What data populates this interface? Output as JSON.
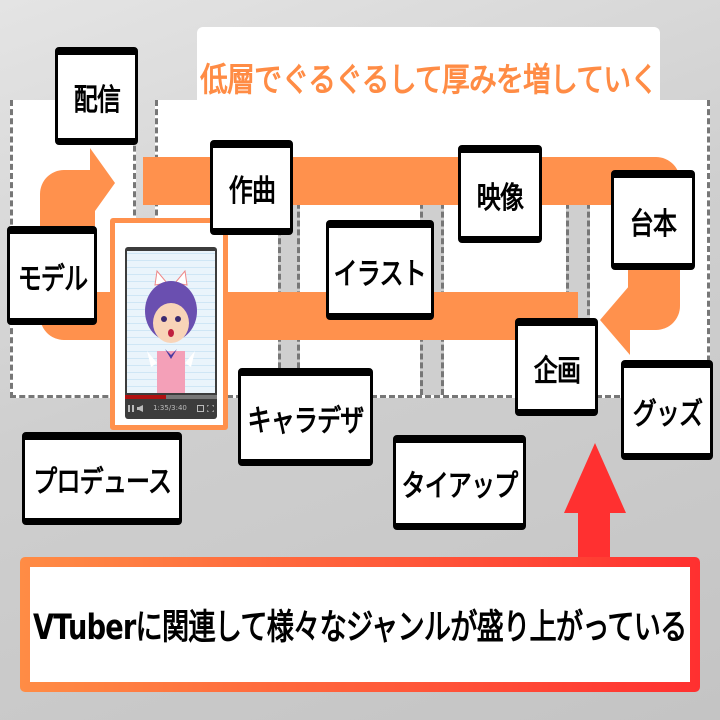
{
  "banner": {
    "title": "低層でぐるぐるして厚みを増していく"
  },
  "labels": {
    "haishin": "配信",
    "sakkyoku": "作曲",
    "eizou": "映像",
    "daihon": "台本",
    "model": "モデル",
    "illust": "イラスト",
    "kikaku": "企画",
    "goods": "グッズ",
    "charadesign": "キャラデザ",
    "produce": "プロデュース",
    "tieup": "タイアップ"
  },
  "video": {
    "time": "1:35/3:40",
    "progress": 0.45
  },
  "summary": {
    "text": "VTuberに関連して様々なジャンルが盛り上がっている"
  },
  "colors": {
    "orange": "#ff914d",
    "red": "#ff3030",
    "title_orange": "#ff8c45"
  }
}
